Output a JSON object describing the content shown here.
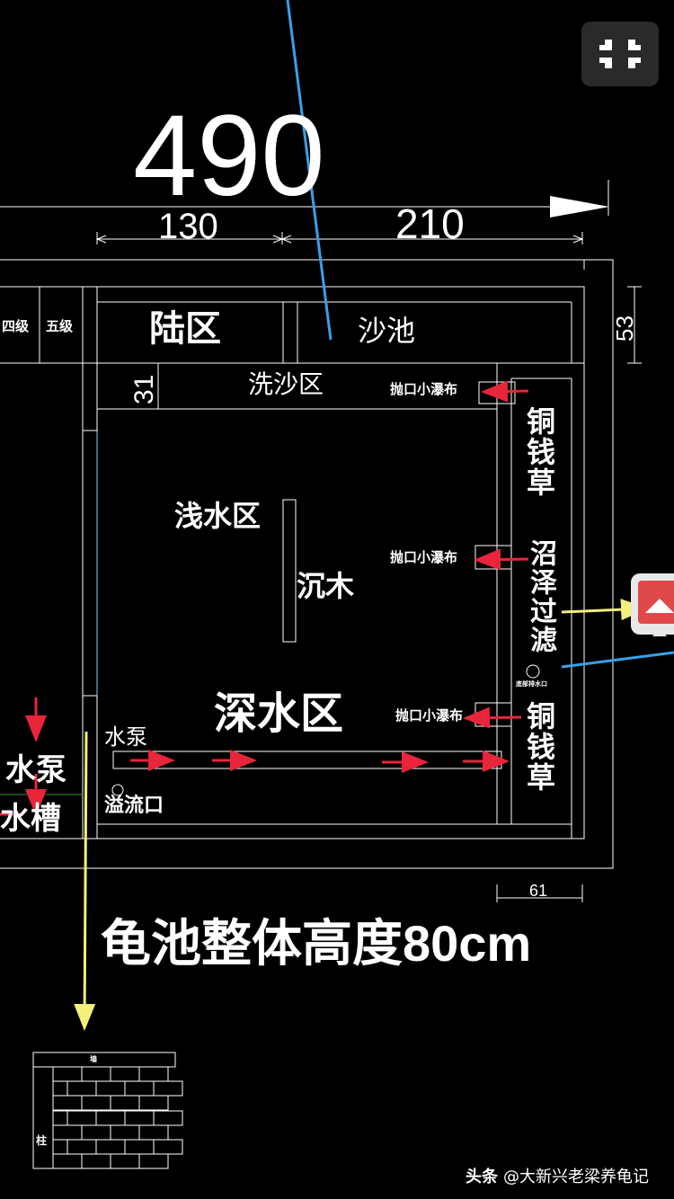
{
  "dimensions": {
    "total": "490",
    "left_segment": "130",
    "right_segment": "210",
    "side_height": "53",
    "sand_strip": "31",
    "bottom_right": "61"
  },
  "zones": {
    "land": "陆区",
    "sand_pool": "沙池",
    "wash_sand": "洗沙区",
    "shallow": "浅水区",
    "driftwood": "沉木",
    "deep": "深水区",
    "pump_inner": "水泵",
    "overflow": "溢流口",
    "level_four": "四级",
    "level_five": "五级",
    "pump_outer": "水泵",
    "tank_outer": "水槽"
  },
  "filter_column": {
    "plant_top": "铜钱草",
    "filter": "沼泽过滤",
    "plant_bottom": "铜钱草",
    "outlet_tiny": "底部排水口"
  },
  "waterfall_label": "抛口小瀑布",
  "overall_height": "龟池整体高度80cm",
  "brick_detail": {
    "top_label": "墙",
    "side_label": "柱"
  },
  "watermark": {
    "brand": "头条",
    "author": "@大新兴老梁养龟记"
  },
  "colors": {
    "background": "#000000",
    "line": "#ffffff",
    "pointer_blue": "#3aa0e8",
    "pointer_yellow": "#f5f07a",
    "flow_red": "#e8253a",
    "tab_red": "#e0494a"
  },
  "icons": {
    "collapse": "collapse-arrows-icon",
    "side_tab": "image-tab-icon"
  }
}
